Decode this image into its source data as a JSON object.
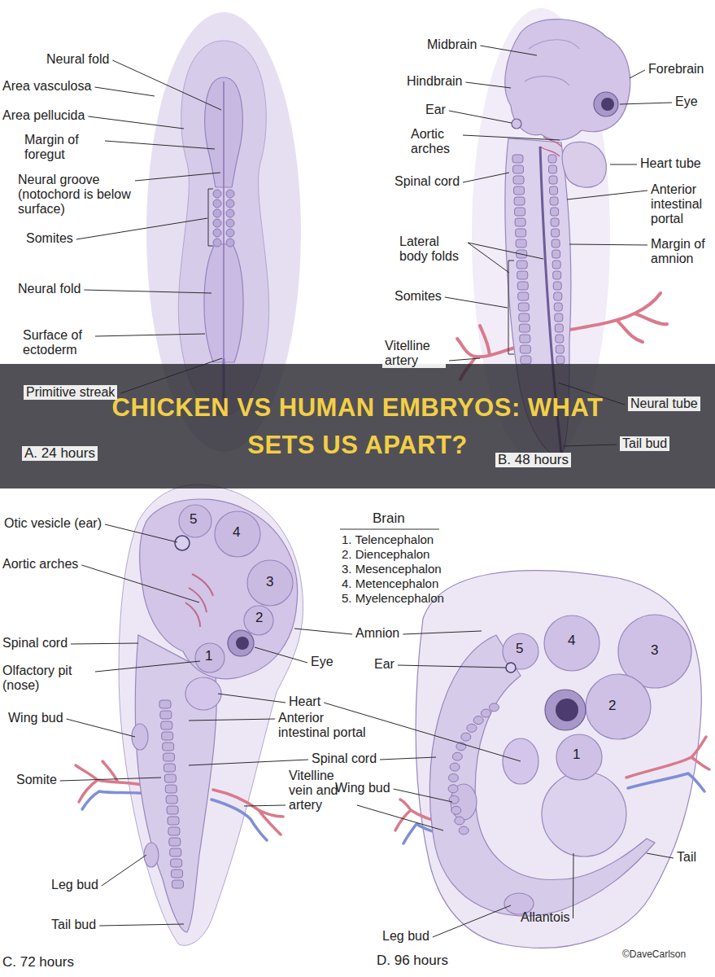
{
  "diagram": {
    "title": "CHICKEN VS HUMAN EMBRYOS: WHAT SETS US APART?",
    "labels": [
      "Neural fold",
      "Area vasculosa",
      "Area pellucida",
      "Margin of foregut",
      "Neural groove (notochord is below surface)",
      "Somites",
      "Neural fold",
      "Surface of ectoderm",
      "Primitive streak",
      "A. 24 hours",
      "Midbrain",
      "Forebrain",
      "Hindbrain",
      "Eye",
      "Ear",
      "Aortic arches",
      "Heart tube",
      "Spinal cord",
      "Anterior intestinal portal",
      "Lateral body folds",
      "Margin of amnion",
      "Somites",
      "Vitelline artery",
      "Neural tube",
      "Tail bud",
      "B. 48 hours",
      "Otic vesicle (ear)",
      "5",
      "4",
      "Aortic arches",
      "Brain",
      "1. Telencephalon",
      "2. Diencephalon",
      "3. Mesencephalon",
      "4. Metencephalon",
      "5. Myelencephalon",
      "3",
      "Spinal cord",
      "2",
      "Eye",
      "1",
      "Olfactory pit (nose)",
      "Heart",
      "Amnion",
      "Wing bud",
      "Anterior intestinal portal",
      "Spinal cord",
      "Somite",
      "Vitelline vein and artery",
      "Leg bud",
      "Tail bud",
      "C. 72 hours",
      "Ear",
      "5",
      "4",
      "3",
      "2",
      "1",
      "Wing bud",
      "Tail",
      "Allantois",
      "Leg bud",
      "D. 96 hours",
      "©DaveCarlson"
    ]
  }
}
